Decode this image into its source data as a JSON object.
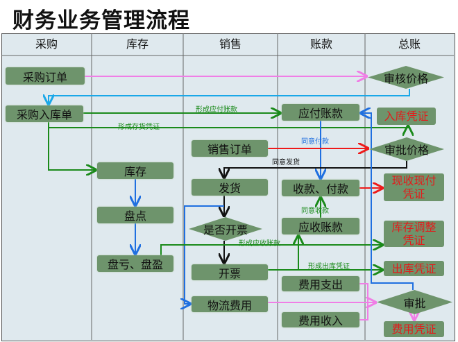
{
  "title": "财务业务管理流程",
  "columns": [
    "采购",
    "库存",
    "销售",
    "账款",
    "总账"
  ],
  "nodes": {
    "po": "采购订单",
    "review_price": "审核价格",
    "receipt": "采购入库单",
    "ap": "应付账款",
    "in_voucher": "入库凭证",
    "so": "销售订单",
    "approve_price": "审批价格",
    "stock": "库存",
    "ship": "发货",
    "recv_pay": "收款、付款",
    "cash_voucher": "现收现付凭证",
    "count": "盘点",
    "invoice_q": "是否开票",
    "ar": "应收账款",
    "adj_voucher": "库存调整凭证",
    "loss_gain": "盘亏、盘盈",
    "invoice": "开票",
    "out_voucher": "出库凭证",
    "expense_out": "费用支出",
    "logistics": "物流费用",
    "approve": "审批",
    "expense_in": "费用收入",
    "expense_voucher": "费用凭证"
  },
  "labels": {
    "form_ap": "形成应付账款",
    "form_inv": "形成存货凭证",
    "agree_pay": "同意付款",
    "agree_ship": "同意发货",
    "agree_recv": "同意收款",
    "form_ar": "形成应收账款",
    "form_out": "形成出库凭证"
  },
  "colors": {
    "green": "#1a8a1a",
    "blue": "#1f6fe0",
    "pink": "#f07ee6",
    "red": "#ee1a1a",
    "cyan": "#1aa8e8"
  }
}
